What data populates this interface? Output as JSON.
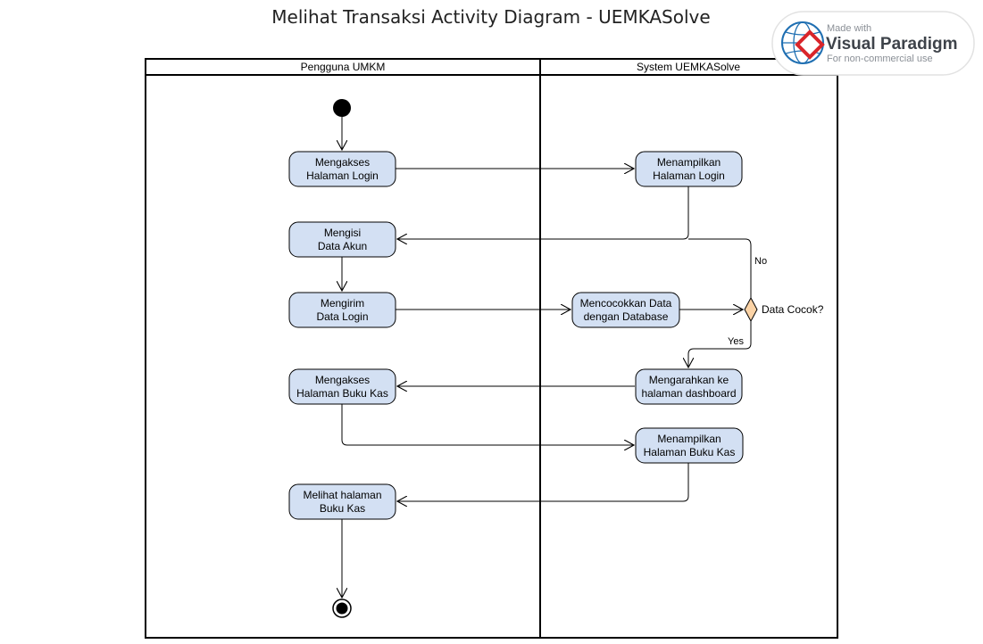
{
  "title": "Melihat Transaksi Activity Diagram - UEMKASolve",
  "watermark": {
    "made_with": "Made with",
    "brand": "Visual Paradigm",
    "note": "For non-commercial use",
    "colors": {
      "blue": "#1f6fb2",
      "red": "#d9252a",
      "gray": "#8a8f96"
    }
  },
  "lanes": [
    {
      "name": "Pengguna UMKM"
    },
    {
      "name": "System UEMKASolve"
    }
  ],
  "actions": {
    "akses_login": {
      "line1": "Mengakses",
      "line2": "Halaman Login"
    },
    "tampil_login": {
      "line1": "Menampilkan",
      "line2": "Halaman Login"
    },
    "isi_data": {
      "line1": "Mengisi",
      "line2": "Data Akun"
    },
    "kirim_data": {
      "line1": "Mengirim",
      "line2": "Data Login"
    },
    "cocokkan": {
      "line1": "Mencocokkan Data",
      "line2": "dengan Database"
    },
    "arahkan": {
      "line1": "Mengarahkan ke",
      "line2": "halaman dashboard"
    },
    "akses_buku": {
      "line1": "Mengakses",
      "line2": "Halaman Buku Kas"
    },
    "tampil_buku": {
      "line1": "Menampilkan",
      "line2": "Halaman Buku Kas"
    },
    "lihat_buku": {
      "line1": "Melihat halaman",
      "line2": "Buku Kas"
    }
  },
  "decision": {
    "label": "Data Cocok?",
    "no_label": "No",
    "yes_label": "Yes"
  },
  "colors": {
    "action_fill": "#d3e0f3",
    "action_stroke": "#000000",
    "decision_fill": "#fbd3a6",
    "line": "#000000"
  }
}
